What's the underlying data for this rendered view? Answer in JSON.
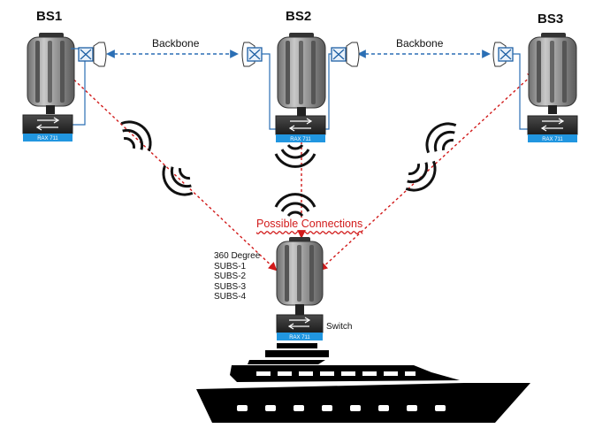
{
  "stations": [
    {
      "label": "BS1"
    },
    {
      "label": "BS2"
    },
    {
      "label": "BS3"
    }
  ],
  "links": {
    "backbone_left": "Backbone",
    "backbone_right": "Backbone",
    "possible_connections": "Possible Connections"
  },
  "vessel": {
    "antenna_lines": [
      "360 Degree",
      "SUBS-1",
      "SUBS-2",
      "SUBS-3",
      "SUBS-4"
    ],
    "switch_label": "Switch"
  },
  "device_badge": "RAX 711",
  "colors": {
    "backbone_link": "#2b6fb5",
    "wireless_link": "#d11a1a",
    "device_label_bar": "#2196e0",
    "ship": "#000000"
  }
}
